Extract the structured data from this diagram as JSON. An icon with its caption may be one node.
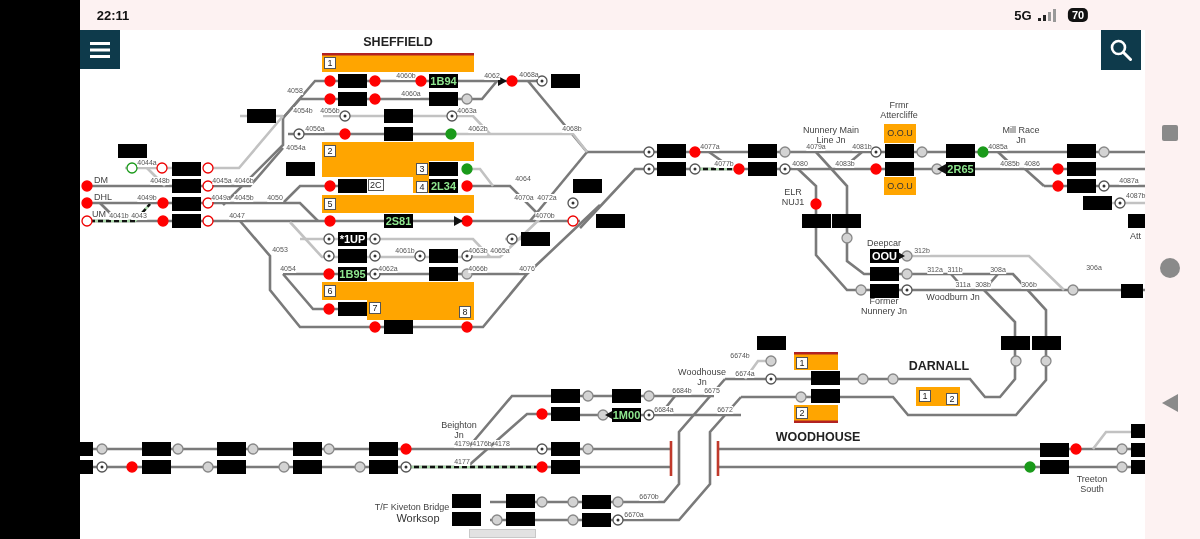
{
  "diagram": {
    "nodes": [
      {
        "text": [
          "1"
        ]
      },
      {
        "text": [],
        "shape": "box"
      },
      {
        "text": [
          "1B94"
        ]
      },
      {
        "text": [],
        "shape": "box"
      },
      {
        "text": [],
        "shape": "box"
      },
      {
        "text": [],
        "shape": "box"
      },
      {
        "text": [],
        "shape": "box"
      },
      {
        "text": [],
        "shape": "box"
      },
      {
        "text": [],
        "shape": "box"
      },
      {
        "text": [],
        "shape": "box"
      },
      {
        "text": [
          "2",
          "3",
          "4"
        ]
      },
      {
        "text": [],
        "shape": "box",
        "in": 10
      },
      {
        "text": [],
        "shape": "box",
        "in": 10,
        "beside": [
          "2C"
        ]
      },
      {
        "text": [
          "2L34"
        ],
        "in": 10
      },
      {
        "text": [],
        "shape": "box"
      },
      {
        "text": [],
        "shape": "box"
      },
      {
        "text": [],
        "shape": "box"
      },
      {
        "text": [],
        "shape": "box"
      },
      {
        "text": [],
        "shape": "box"
      },
      {
        "text": [
          "5"
        ]
      },
      {
        "text": [
          "2S81"
        ]
      },
      {
        "text": [],
        "shape": "box"
      },
      {
        "text": [],
        "shape": "box"
      },
      {
        "text": [
          "*1UP"
        ]
      },
      {
        "text": [],
        "shape": "box"
      },
      {
        "text": [],
        "shape": "box"
      },
      {
        "text": [],
        "shape": "box"
      },
      {
        "text": [
          "1B95"
        ]
      },
      {
        "text": [],
        "shape": "box"
      },
      {
        "text": [
          "6",
          "7",
          "8"
        ]
      },
      {
        "text": [],
        "shape": "box",
        "in": 29
      },
      {
        "text": [],
        "shape": "box"
      },
      {
        "text": [
          "O.O.U"
        ]
      },
      {
        "text": [],
        "shape": "box"
      },
      {
        "text": [],
        "shape": "box"
      },
      {
        "text": [],
        "shape": "box"
      },
      {
        "text": [],
        "shape": "box"
      },
      {
        "text": [],
        "shape": "box"
      },
      {
        "text": [],
        "shape": "box"
      },
      {
        "text": [],
        "shape": "box"
      },
      {
        "text": [],
        "shape": "box"
      },
      {
        "text": [
          "2R65"
        ]
      },
      {
        "text": [],
        "shape": "box"
      },
      {
        "text": [
          "O.O.U"
        ]
      },
      {
        "text": [],
        "shape": "box"
      },
      {
        "text": [],
        "shape": "box",
        "beside": [
          "4087b"
        ]
      },
      {
        "text": [],
        "shape": "box"
      },
      {
        "text": [],
        "shape": "box"
      },
      {
        "text": [],
        "shape": "box",
        "beside": [
          "Att"
        ]
      },
      {
        "text": [
          "OOU"
        ]
      },
      {
        "text": [],
        "shape": "box"
      },
      {
        "text": [],
        "shape": "box"
      },
      {
        "text": [],
        "shape": "box"
      },
      {
        "text": [],
        "shape": "box"
      },
      {
        "text": [],
        "shape": "box"
      },
      {
        "text": [],
        "shape": "box"
      },
      {
        "text": [
          "1"
        ]
      },
      {
        "text": [],
        "shape": "box"
      },
      {
        "text": [],
        "shape": "box"
      },
      {
        "text": [],
        "shape": "box"
      },
      {
        "text": [],
        "shape": "box"
      },
      {
        "text": [
          "1",
          "2"
        ]
      },
      {
        "text": [
          "2"
        ]
      },
      {
        "text": [],
        "shape": "box"
      },
      {
        "text": [
          "1M00"
        ]
      },
      {
        "text": [],
        "shape": "box"
      },
      {
        "text": [],
        "shape": "box"
      },
      {
        "text": [],
        "shape": "box"
      },
      {
        "text": [],
        "shape": "box"
      },
      {
        "text": [],
        "shape": "box"
      },
      {
        "text": [],
        "shape": "box"
      },
      {
        "text": [],
        "shape": "box"
      },
      {
        "text": [],
        "shape": "box"
      },
      {
        "text": [],
        "shape": "box"
      },
      {
        "text": [],
        "shape": "box"
      },
      {
        "text": [],
        "shape": "box"
      },
      {
        "text": [],
        "shape": "box"
      },
      {
        "text": [],
        "shape": "box"
      },
      {
        "text": [],
        "shape": "box"
      },
      {
        "text": [],
        "shape": "box"
      },
      {
        "text": [],
        "shape": "box"
      },
      {
        "text": [],
        "shape": "box"
      },
      {
        "text": [],
        "shape": "box"
      },
      {
        "text": [],
        "shape": "box"
      },
      {
        "text": [],
        "shape": "box"
      },
      {
        "text": [],
        "shape": "box"
      },
      {
        "text": [],
        "shape": "box"
      },
      {
        "text": [],
        "shape": "box"
      }
    ],
    "labels": [
      "22:11",
      "5G",
      "70",
      "SHEFFIELD",
      "4060b",
      "4062",
      "4068a",
      "4058",
      "4060a",
      "4054b",
      "4056b",
      "4063a",
      "Frmr Attercliffe",
      "4056a",
      "4062b",
      "4068b",
      "Nunnery Main Line Jn",
      "Mill Race Jn",
      "4054a",
      "4077a",
      "4079a",
      "4081b",
      "4085a",
      "4044a",
      "4077b",
      "4080",
      "4083b",
      "4085b",
      "4086",
      "DM",
      "4048b",
      "4045a",
      "4046b",
      "4064",
      "4087a",
      "DHL",
      "4049b",
      "4049a",
      "4045b",
      "4050",
      "4070a",
      "4072a",
      "ELR NUJ1",
      "UM",
      "4041b",
      "4043",
      "4047",
      "4070b",
      "Deepcar",
      "4053",
      "4061b",
      "4063b",
      "4065a",
      "312b",
      "4054",
      "4062a",
      "4066b",
      "4076",
      "312a",
      "311b",
      "308a",
      "306a",
      "311a",
      "308b",
      "306b",
      "Former Nunnery Jn",
      "Woodburn Jn",
      "6674b",
      "DARNALL",
      "Woodhouse Jn",
      "6674a",
      "6684b",
      "6675",
      "6684a",
      "6672",
      "Beighton Jn",
      "WOODHOUSE",
      "4179",
      "4176b",
      "4178",
      "4177",
      "Treeton South",
      "6670b",
      "T/F Kiveton Bridge",
      "Worksop",
      "6670a"
    ]
  }
}
